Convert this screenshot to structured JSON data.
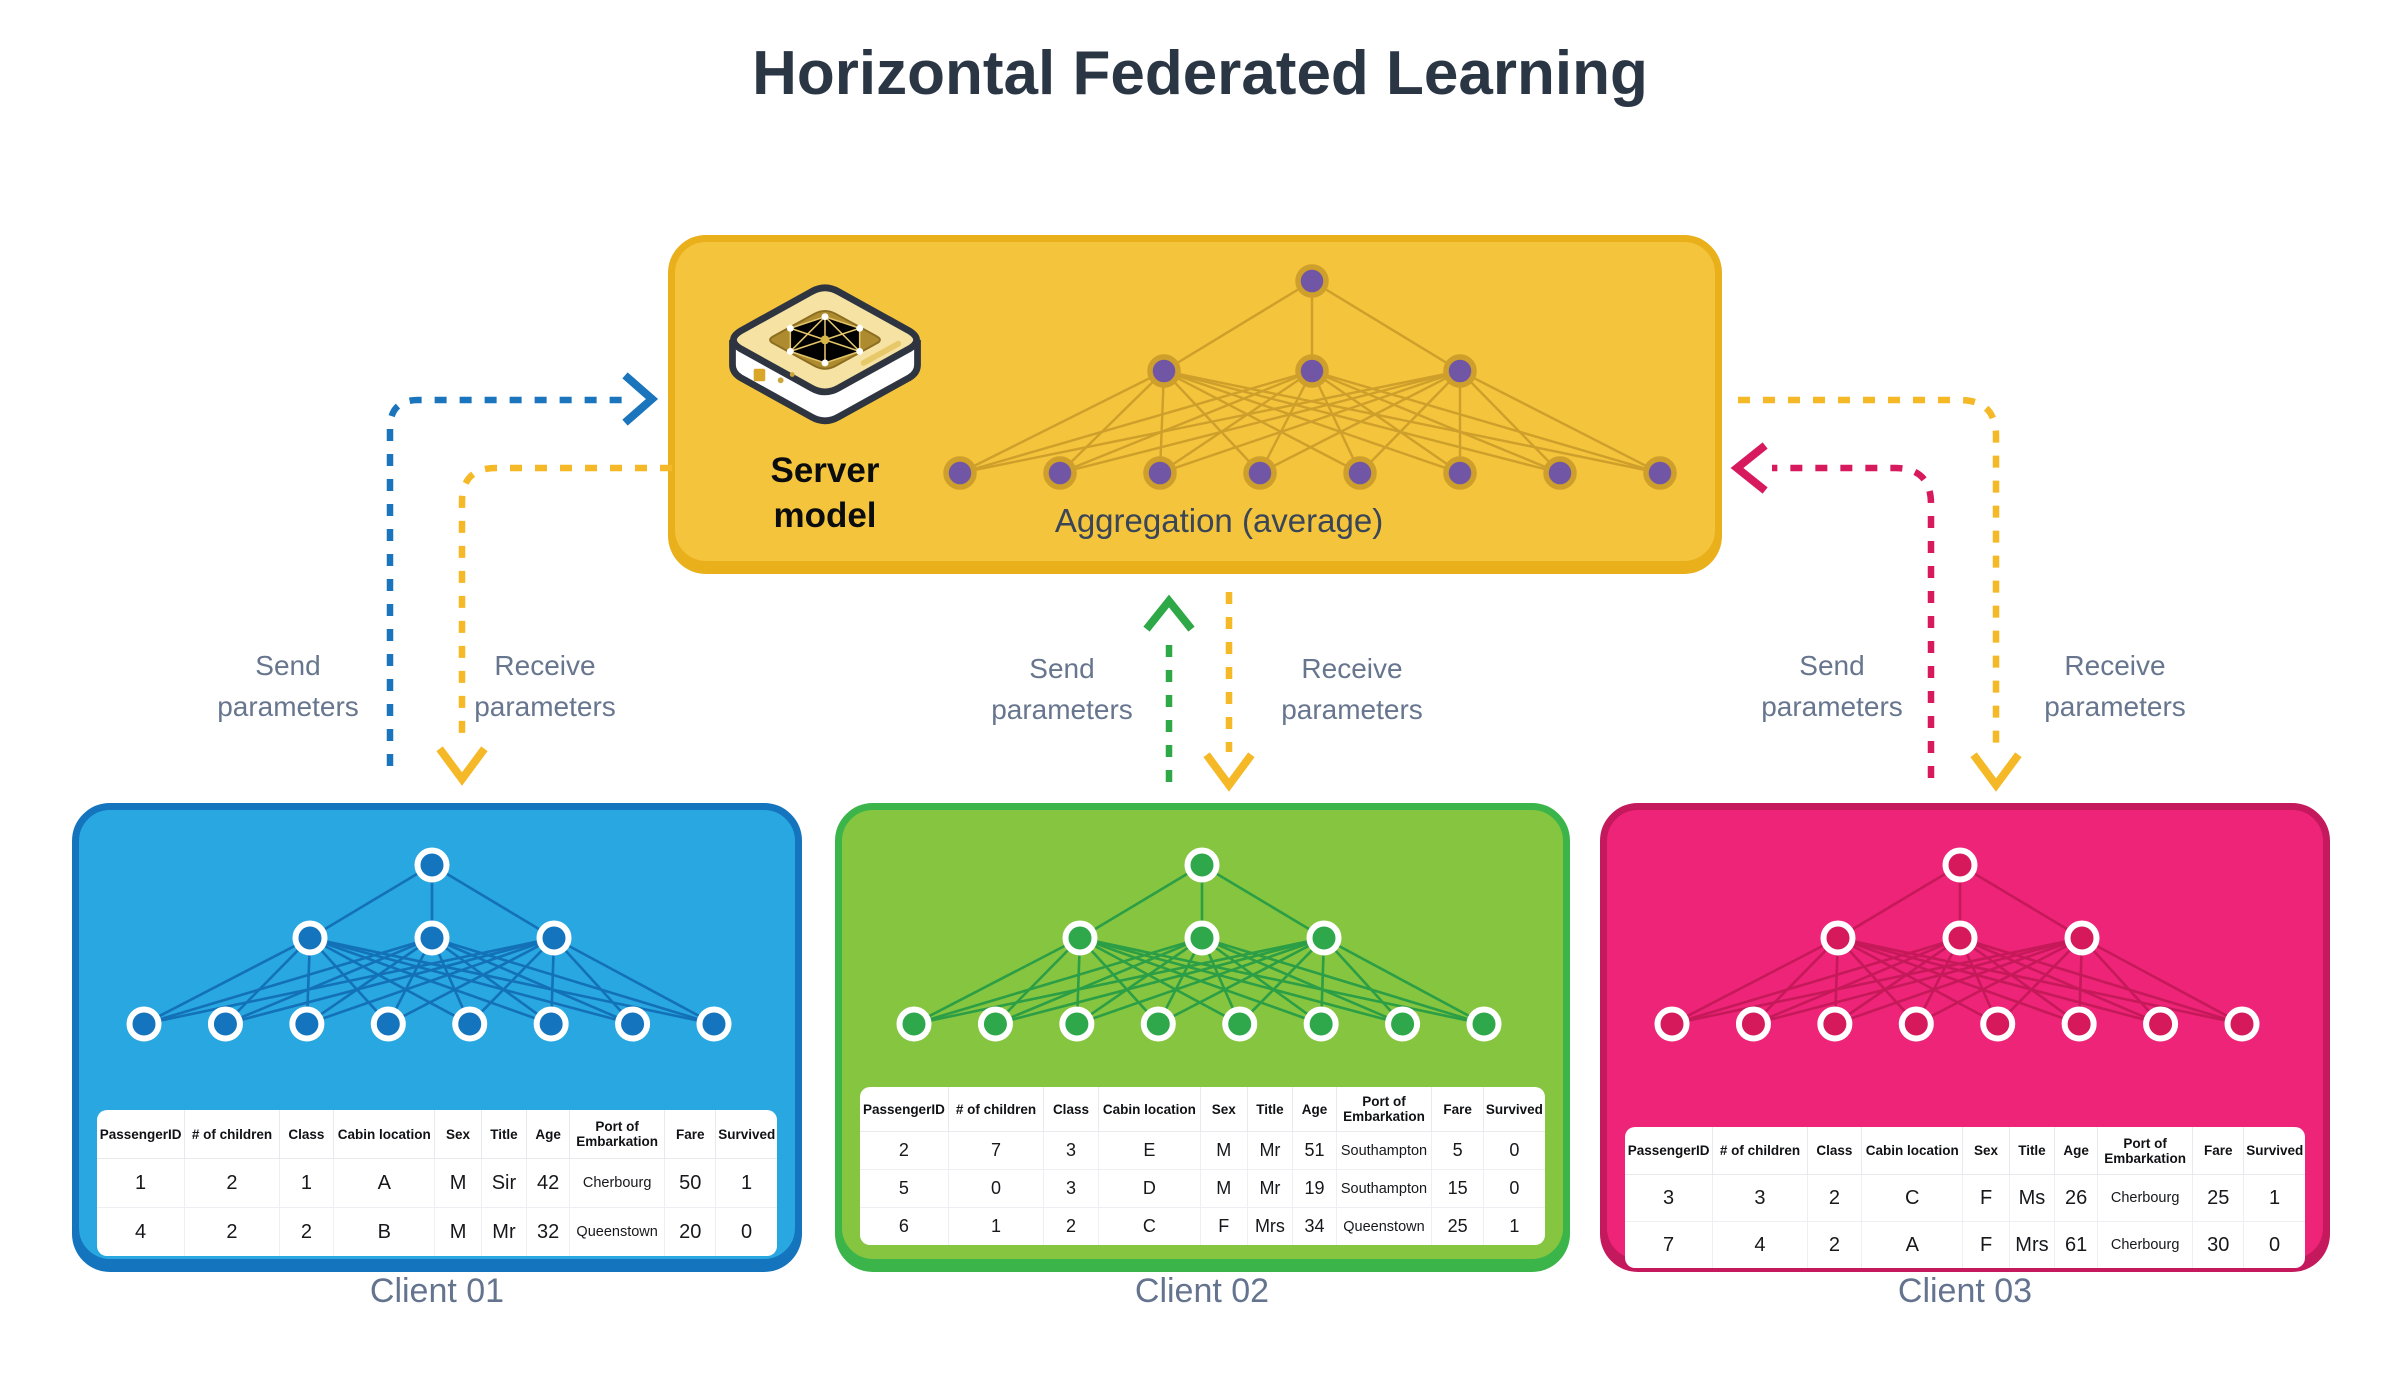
{
  "title": "Horizontal Federated Learning",
  "server": {
    "label_line1": "Server",
    "label_line2": "model",
    "aggregation_label": "Aggregation (average)",
    "colors": {
      "fill": "#F3C43C",
      "border": "#E9B01B",
      "node": "#7156A6",
      "node_ring": "#CE9F2A",
      "edge": "#CE9F2A",
      "text": "#3A4557"
    }
  },
  "flows": {
    "left_send": {
      "label_line1": "Send",
      "label_line2": "parameters",
      "color": "#1B75BC"
    },
    "left_receive": {
      "label_line1": "Receive",
      "label_line2": "parameters",
      "color": "#F5B826"
    },
    "middle_send": {
      "label_line1": "Send",
      "label_line2": "parameters",
      "color": "#2FA847"
    },
    "middle_receive": {
      "label_line1": "Receive",
      "label_line2": "parameters",
      "color": "#F5B826"
    },
    "right_send": {
      "label_line1": "Send",
      "label_line2": "parameters",
      "color": "#D7195E"
    },
    "right_receive": {
      "label_line1": "Receive",
      "label_line2": "parameters",
      "color": "#F5B826"
    }
  },
  "network_layers": [
    1,
    3,
    8
  ],
  "table_headers": [
    "PassengerID",
    "# of children",
    "Class",
    "Cabin location",
    "Sex",
    "Title",
    "Age",
    "Port of Embarkation",
    "Fare",
    "Survived"
  ],
  "clients": [
    {
      "name": "Client 01",
      "colors": {
        "fill": "#29A7E1",
        "border": "#1474BE",
        "node": "#1474BE",
        "edge": "#1371B8"
      },
      "rows": [
        [
          "1",
          "2",
          "1",
          "A",
          "M",
          "Sir",
          "42",
          "Cherbourg",
          "50",
          "1"
        ],
        [
          "4",
          "2",
          "2",
          "B",
          "M",
          "Mr",
          "32",
          "Queenstown",
          "20",
          "0"
        ]
      ]
    },
    {
      "name": "Client 02",
      "colors": {
        "fill": "#86C540",
        "border": "#3BB54A",
        "node": "#2FA84C",
        "edge": "#2B9E46"
      },
      "rows": [
        [
          "2",
          "7",
          "3",
          "E",
          "M",
          "Mr",
          "51",
          "Southampton",
          "5",
          "0"
        ],
        [
          "5",
          "0",
          "3",
          "D",
          "M",
          "Mr",
          "19",
          "Southampton",
          "15",
          "0"
        ],
        [
          "6",
          "1",
          "2",
          "C",
          "F",
          "Mrs",
          "34",
          "Queenstown",
          "25",
          "1"
        ]
      ]
    },
    {
      "name": "Client 03",
      "colors": {
        "fill": "#EE2478",
        "border": "#C5195D",
        "node": "#D6195B",
        "edge": "#C51959"
      },
      "rows": [
        [
          "3",
          "3",
          "2",
          "C",
          "F",
          "Ms",
          "26",
          "Cherbourg",
          "25",
          "1"
        ],
        [
          "7",
          "4",
          "2",
          "A",
          "F",
          "Mrs",
          "61",
          "Cherbourg",
          "30",
          "0"
        ]
      ]
    }
  ]
}
